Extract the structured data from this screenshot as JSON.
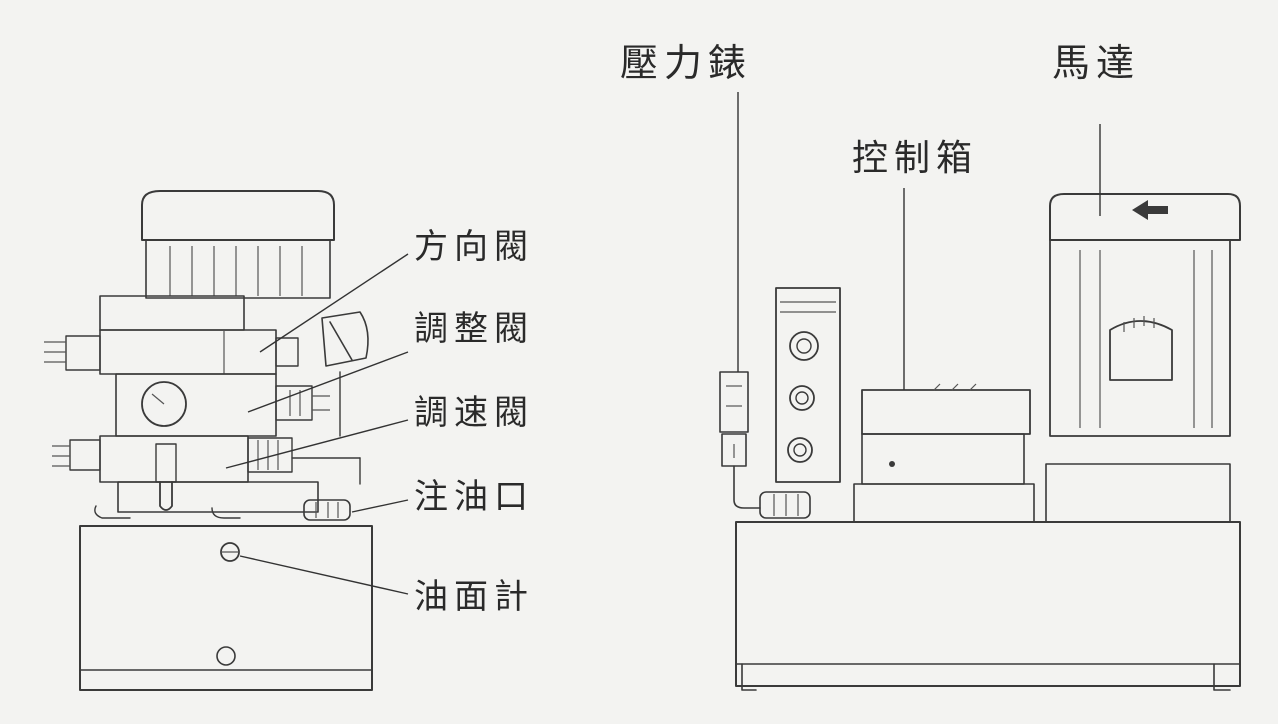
{
  "labels": {
    "direction_valve": "方向閥",
    "adjust_valve": "調整閥",
    "speed_valve": "調速閥",
    "oil_inlet": "注油口",
    "oil_gauge": "油面計",
    "pressure_gauge": "壓力錶",
    "control_box": "控制箱",
    "motor": "馬達"
  }
}
